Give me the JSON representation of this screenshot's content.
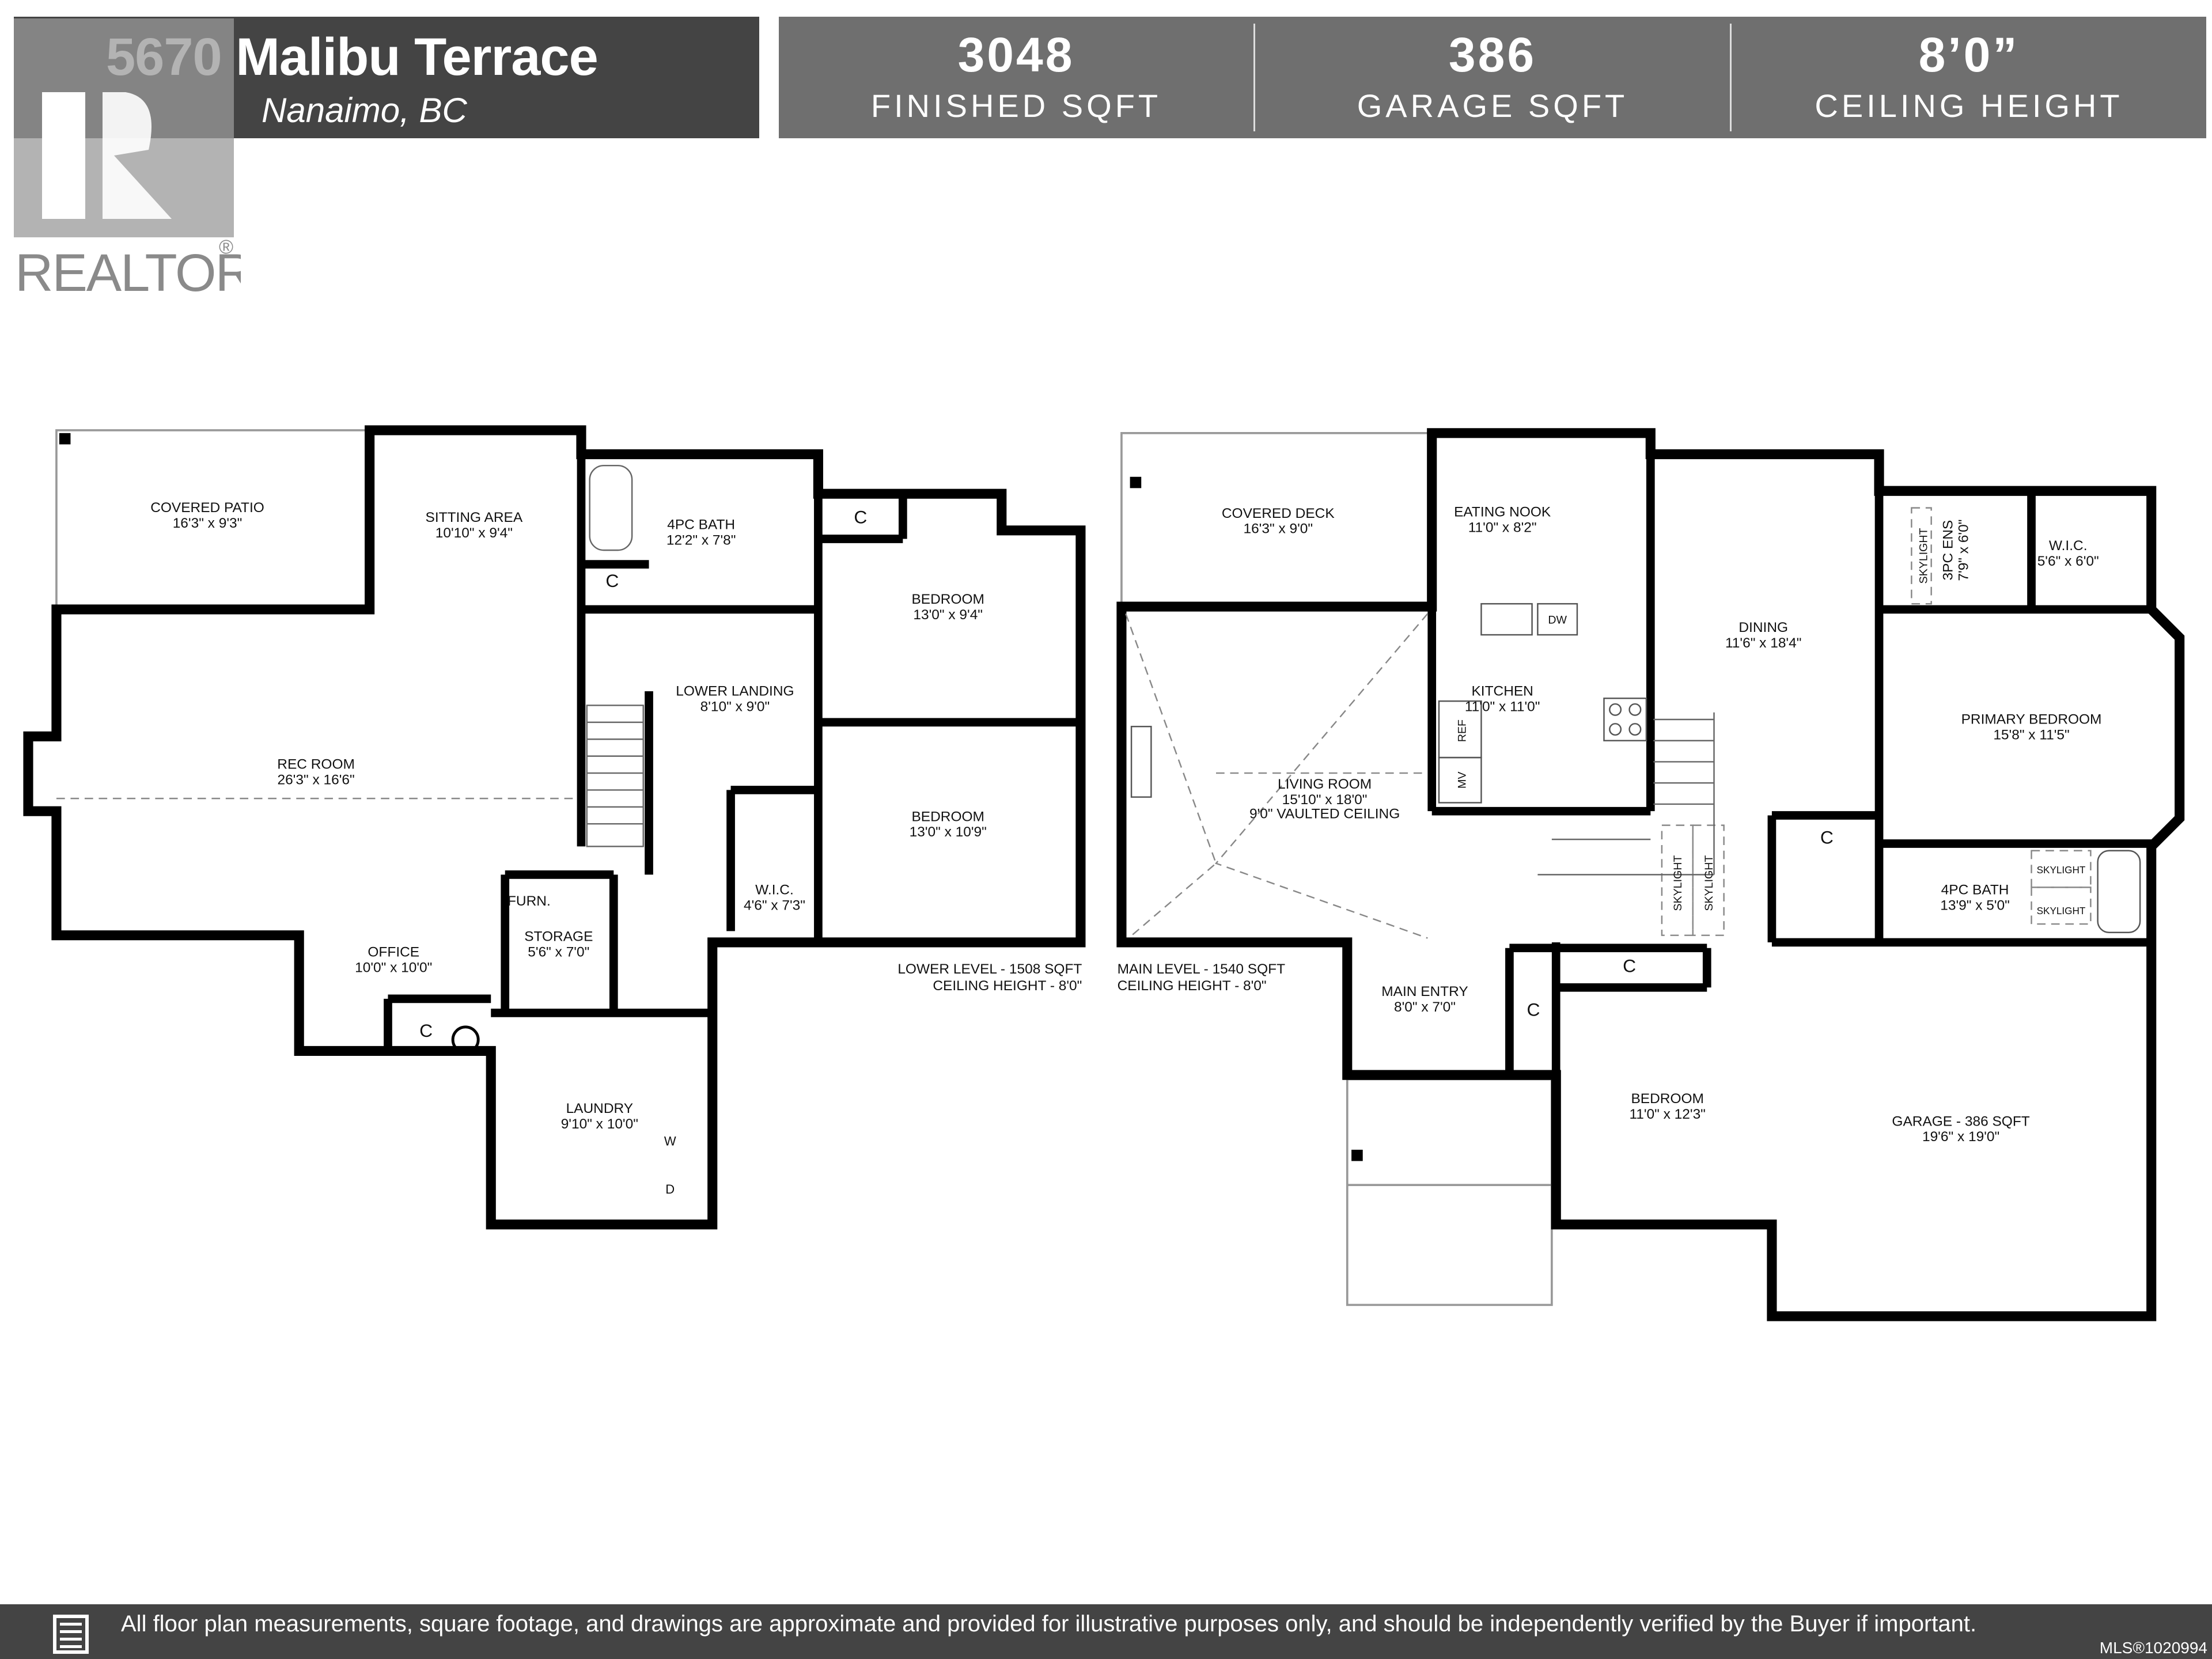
{
  "header": {
    "address": "5670 Malibu Terrace",
    "city": "Nanaimo, BC",
    "logo_text": "REALTOR®"
  },
  "stats": [
    {
      "value": "3048",
      "label": "FINISHED SQFT"
    },
    {
      "value": "386",
      "label": "GARAGE SQFT"
    },
    {
      "value": "8’0”",
      "label": "CEILING HEIGHT"
    }
  ],
  "lower_level": {
    "note_line1": "LOWER LEVEL - 1508 SQFT",
    "note_line2": "CEILING HEIGHT - 8'0\"",
    "rooms": [
      {
        "name": "COVERED PATIO",
        "dims": "16'3\" x 9'3\""
      },
      {
        "name": "SITTING AREA",
        "dims": "10'10\" x 9'4\""
      },
      {
        "name": "4PC BATH",
        "dims": "12'2\" x 7'8\""
      },
      {
        "name": "BEDROOM",
        "dims": "13'0\" x 9'4\""
      },
      {
        "name": "LOWER LANDING",
        "dims": "8'10\" x 9'0\""
      },
      {
        "name": "REC ROOM",
        "dims": "26'3\" x 16'6\""
      },
      {
        "name": "BEDROOM",
        "dims": "13'0\" x 10'9\""
      },
      {
        "name": "W.I.C.",
        "dims": "4'6\" x 7'3\""
      },
      {
        "name": "OFFICE",
        "dims": "10'0\" x 10'0\""
      },
      {
        "name": "STORAGE",
        "dims": "5'6\" x 7'0\""
      },
      {
        "name": "LAUNDRY",
        "dims": "9'10\" x 10'0\""
      }
    ],
    "fixtures": {
      "closet": "C",
      "furnace": "FURN.",
      "washer": "W",
      "dryer": "D"
    }
  },
  "main_level": {
    "note_line1": "MAIN LEVEL - 1540 SQFT",
    "note_line2": "CEILING HEIGHT - 8'0\"",
    "rooms": [
      {
        "name": "COVERED DECK",
        "dims": "16'3\" x 9'0\""
      },
      {
        "name": "EATING NOOK",
        "dims": "11'0\" x 8'2\""
      },
      {
        "name": "DINING",
        "dims": "11'6\" x 18'4\""
      },
      {
        "name": "3PC ENS",
        "dims": "7'9\" x 6'0\""
      },
      {
        "name": "W.I.C.",
        "dims": "5'6\" x 6'0\""
      },
      {
        "name": "KITCHEN",
        "dims": "11'0\" x 11'0\""
      },
      {
        "name": "PRIMARY BEDROOM",
        "dims": "15'8\" x 11'5\""
      },
      {
        "name": "LIVING ROOM",
        "dims": "15'10\" x 18'0\"",
        "extra": "9'0\" VAULTED CEILING"
      },
      {
        "name": "4PC BATH",
        "dims": "13'9\" x 5'0\""
      },
      {
        "name": "MAIN ENTRY",
        "dims": "8'0\" x 7'0\""
      },
      {
        "name": "BEDROOM",
        "dims": "11'0\" x 12'3\""
      },
      {
        "name": "GARAGE - 386 SQFT",
        "dims": "19'6\" x 19'0\""
      }
    ],
    "fixtures": {
      "closet": "C",
      "dishwasher": "DW",
      "fridge": "REF",
      "microwave": "MV",
      "skylight": "SKYLIGHT"
    }
  },
  "footer": {
    "icon": "document-icon",
    "disclaimer": "All floor plan measurements, square footage, and drawings are approximate and provided for illustrative purposes only, and should be independently verified by the Buyer if important.",
    "mls": "MLS®1020994"
  },
  "colors": {
    "header_dark": "#444444",
    "header_grey": "#6f6f6f",
    "wall": "#000000"
  }
}
